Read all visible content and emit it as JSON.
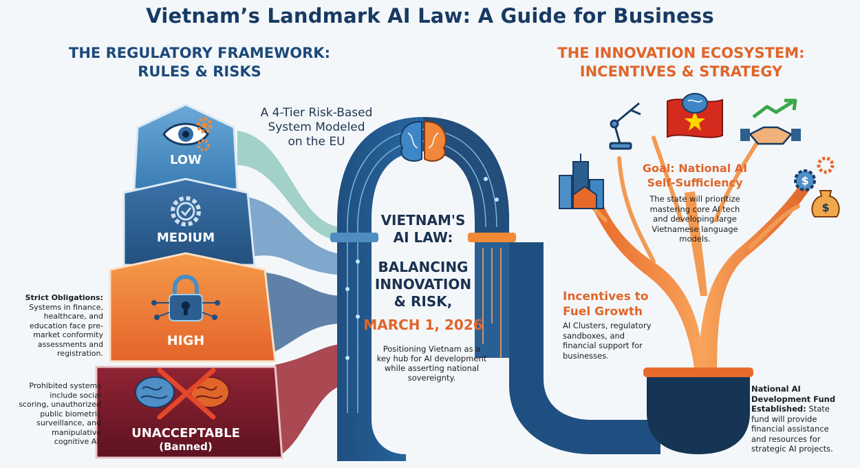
{
  "title": "Vietnam’s Landmark AI Law: A Guide for Business",
  "left": {
    "heading_line1": "THE REGULATORY FRAMEWORK:",
    "heading_line2": "RULES & RISKS",
    "caption_line1": "A 4-Tier Risk-Based",
    "caption_line2": "System Modeled",
    "caption_line3": "on the EU",
    "tiers": {
      "low": "LOW",
      "medium": "MEDIUM",
      "high": "HIGH",
      "unacceptable": "UNACCEPTABLE",
      "banned": "(Banned)"
    },
    "strict_title": "Strict Obligations:",
    "strict_line1": "Systems in finance,",
    "strict_line2": "healthcare, and",
    "strict_line3": "education face pre-",
    "strict_line4": "market conformity",
    "strict_line5": "assessments and",
    "strict_line6": "registration.",
    "prohib_line1": "Prohibited systems",
    "prohib_line2": "include social",
    "prohib_line3": "scoring, unauthorized",
    "prohib_line4": "public biometric",
    "prohib_line5": "surveillance, and",
    "prohib_line6": "manipulative",
    "prohib_line7": "cognitive AI.",
    "colors": {
      "low": "#4a90c2",
      "medium": "#2c5f8f",
      "high": "#ee7a2e",
      "unacceptable": "#7b1c2a"
    }
  },
  "center": {
    "line1": "VIETNAM'S",
    "line2": "AI LAW:",
    "line3": "BALANCING",
    "line4": "INNOVATION",
    "line5": "& RISK,",
    "date": "MARCH 1, 2026",
    "desc_line1": "Positioning Vietnam as a",
    "desc_line2": "key hub for AI development",
    "desc_line3": "while asserting national",
    "desc_line4": "sovereignty."
  },
  "right": {
    "heading_line1": "THE INNOVATION ECOSYSTEM:",
    "heading_line2": "INCENTIVES & STRATEGY",
    "goal_title_line1": "Goal: National AI",
    "goal_title_line2": "Self-Sufficiency",
    "goal_line1": "The state will prioritize",
    "goal_line2": "mastering core AI tech",
    "goal_line3": "and developing large",
    "goal_line4": "Vietnamese language",
    "goal_line5": "models.",
    "incentives_title_line1": "Incentives to",
    "incentives_title_line2": "Fuel Growth",
    "incentives_line1": "AI Clusters, regulatory",
    "incentives_line2": "sandboxes, and",
    "incentives_line3": "financial support for",
    "incentives_line4": "businesses.",
    "fund_title_line1": "National AI",
    "fund_title_line2": "Development Fund",
    "fund_title_line3": "Established:",
    "fund_line1": "State",
    "fund_line2": "fund will provide",
    "fund_line3": "financial assistance",
    "fund_line4": "and resources for",
    "fund_line5": "strategic AI projects.",
    "accent": "#e0652a"
  },
  "icons": [
    "eye-icon",
    "gear-icon",
    "check-gear-icon",
    "lock-icon",
    "brain-icon",
    "cross-icon",
    "robot-arm-icon",
    "vietnam-flag-icon",
    "handshake-icon",
    "trend-arrow-icon",
    "city-icon",
    "money-bag-icon",
    "dollar-gear-icon",
    "tree-icon"
  ]
}
